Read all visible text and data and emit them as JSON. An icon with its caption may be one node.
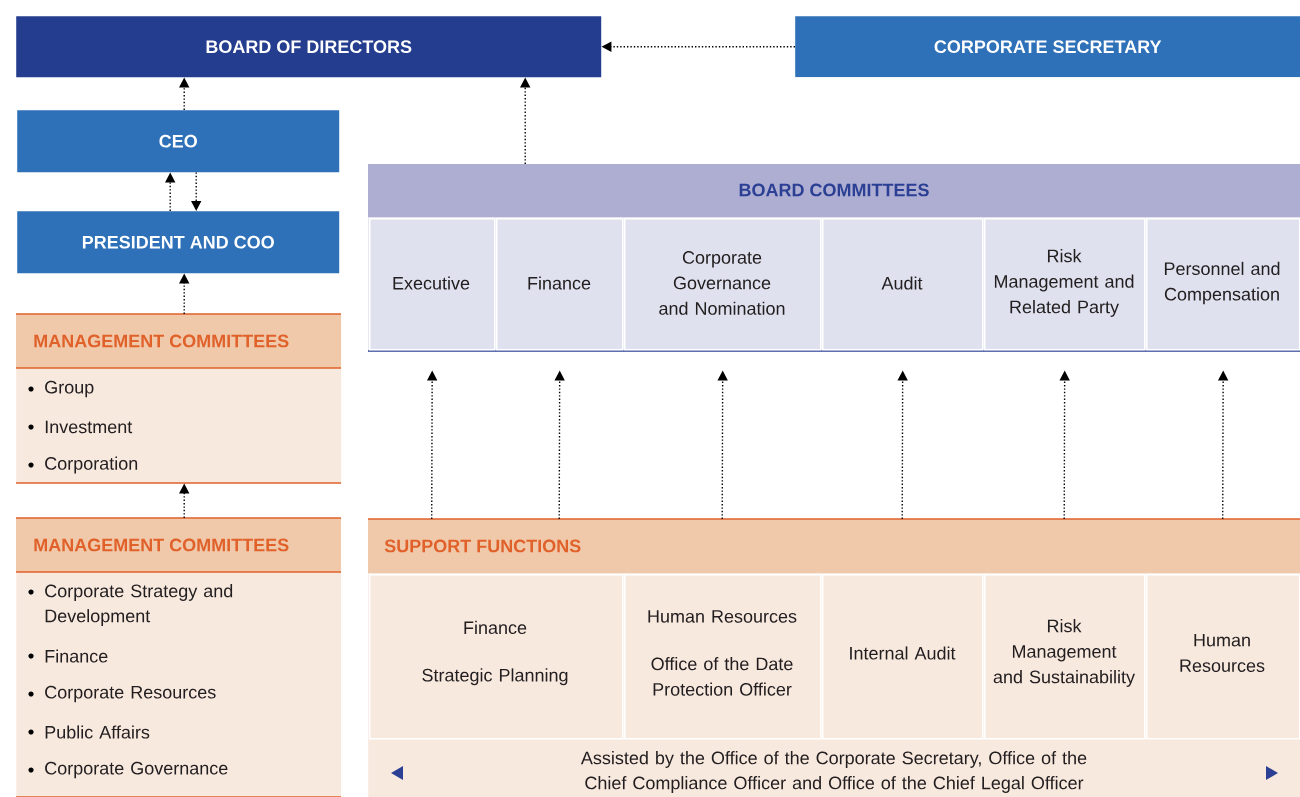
{
  "diagram": {
    "nodes": [
      {
        "text": [
          "BOARD OF DIRECTORS"
        ]
      },
      {
        "text": [
          "CORPORATE SECRETARY"
        ]
      },
      {
        "text": [
          "CEO"
        ]
      },
      {
        "text": [
          "PRESIDENT AND COO"
        ]
      },
      {
        "text": [
          "MANAGEMENT COMMITTEES",
          "Group",
          "Investment",
          "Corporation"
        ]
      },
      {
        "text": [
          "MANAGEMENT COMMITTEES",
          "Corporate Strategy and Development",
          "Finance",
          "Corporate Resources",
          "Public Affairs",
          "Corporate Governance"
        ]
      },
      {
        "text": [
          "BOARD COMMITTEES"
        ]
      },
      {
        "text": [
          "Executive"
        ],
        "in": 6
      },
      {
        "text": [
          "Finance"
        ],
        "in": 6
      },
      {
        "text": [
          "Corporate Governance and Nomination"
        ],
        "in": 6
      },
      {
        "text": [
          "Audit"
        ],
        "in": 6
      },
      {
        "text": [
          "Risk Management and Related Party"
        ],
        "in": 6
      },
      {
        "text": [
          "Personnel and Compensation"
        ],
        "in": 6
      },
      {
        "text": [
          "SUPPORT FUNCTIONS",
          "Assisted by the Office of the Corporate Secretary, Office of the Chief Compliance Officer and Office of the Chief Legal Officer"
        ]
      },
      {
        "text": [
          "Finance",
          "Strategic Planning"
        ],
        "in": 13
      },
      {
        "text": [
          "Human Resources",
          "Office of the Date Protection Officer"
        ],
        "in": 13
      },
      {
        "text": [
          "Internal Audit"
        ],
        "in": 13
      },
      {
        "text": [
          "Risk Management and Sustainability"
        ],
        "in": 13
      },
      {
        "text": [
          "Human Resources"
        ],
        "in": 13
      }
    ],
    "edges": [
      {
        "from": 1,
        "to": 0,
        "arrow": "to"
      },
      {
        "from": 2,
        "to": 0,
        "arrow": "to"
      },
      {
        "from": 6,
        "to": 0,
        "arrow": "to"
      },
      {
        "from": 3,
        "to": 2,
        "arrow": "to"
      },
      {
        "from": 2,
        "to": 3,
        "arrow": "to"
      },
      {
        "from": 4,
        "to": 3,
        "arrow": "to"
      },
      {
        "from": 5,
        "to": 4,
        "arrow": "to"
      },
      {
        "from": 13,
        "to": 7,
        "arrow": "to"
      },
      {
        "from": 13,
        "to": 8,
        "arrow": "to"
      },
      {
        "from": 13,
        "to": 9,
        "arrow": "to"
      },
      {
        "from": 13,
        "to": 10,
        "arrow": "to"
      },
      {
        "from": 13,
        "to": 11,
        "arrow": "to"
      },
      {
        "from": 13,
        "to": 12,
        "arrow": "to"
      }
    ]
  }
}
